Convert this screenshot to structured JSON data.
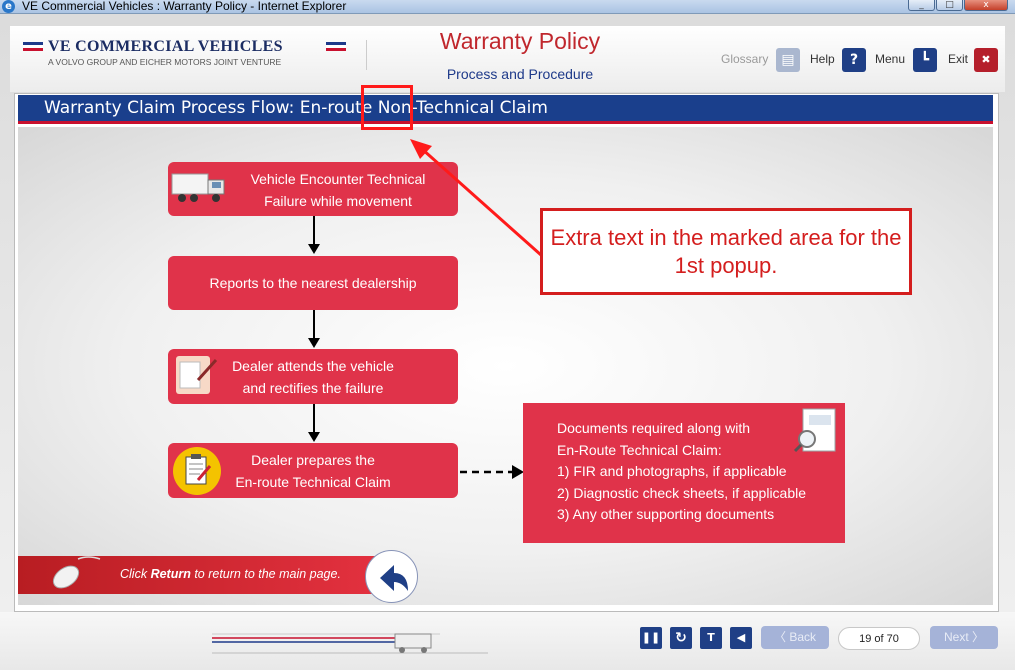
{
  "window": {
    "title": "VE Commercial Vehicles : Warranty Policy - Internet Explorer",
    "minimize": "_",
    "maximize": "□",
    "close": "x"
  },
  "brand": {
    "name": "VE COMMERCIAL VEHICLES",
    "tagline": "A VOLVO GROUP AND EICHER MOTORS JOINT VENTURE"
  },
  "course": {
    "title": "Warranty Policy",
    "subtitle": "Process and Procedure"
  },
  "topnav": {
    "glossary": "Glossary",
    "help": "Help",
    "menu": "Menu",
    "exit": "Exit",
    "help_glyph": "?",
    "exit_glyph": "✖",
    "menu_glyph": "┗",
    "glossary_glyph": "▤"
  },
  "slide": {
    "title": "Warranty Claim Process Flow: En-route Non-Technical Claim"
  },
  "flow": {
    "step1": [
      "Vehicle Encounter Technical",
      "Failure while movement"
    ],
    "step2": "Reports to the nearest dealership",
    "step3": [
      "Dealer attends the vehicle",
      "and rectifies the failure"
    ],
    "step4": [
      "Dealer prepares the",
      "En-route Technical Claim"
    ]
  },
  "documents": {
    "heading": [
      "Documents required along with",
      "En-Route Technical Claim:"
    ],
    "items": [
      "1) FIR and photographs, if applicable",
      "2) Diagnostic check sheets, if applicable",
      "3) Any other supporting documents"
    ]
  },
  "return": {
    "prefix": "Click ",
    "keyword": "Return",
    "suffix": " to return to the main page."
  },
  "annotation": {
    "text": "Extra text in the marked area for the 1st popup."
  },
  "controls": {
    "pause": "❚❚",
    "replay": "↻",
    "text": "T",
    "audio": "◀",
    "back": "〈 Back",
    "next": "Next 〉",
    "page": "19 of 70"
  },
  "progress": {
    "current": 19,
    "total": 70
  },
  "colors": {
    "accent_red": "#e0334a",
    "navy": "#1a3f8c",
    "annotation_red": "#d41e1e"
  }
}
